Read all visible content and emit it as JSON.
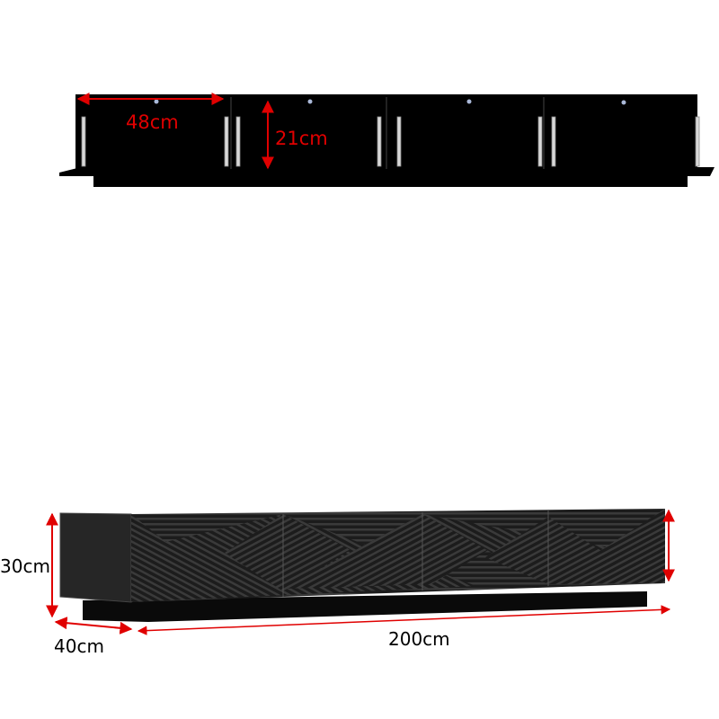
{
  "wall_cabinet": {
    "width_label": "48cm",
    "height_label": "21cm",
    "compartments": 4,
    "colors": {
      "body": "#000000",
      "dimension": "#e00000",
      "strut": "#cfcfcf"
    }
  },
  "tv_stand": {
    "height_label": "30cm",
    "depth_label": "40cm",
    "width_label": "200cm",
    "colors": {
      "body": "#262626",
      "front": "#1e1e1e",
      "plinth": "#0a0a0a",
      "dimension": "#e00000",
      "label": "#000000"
    }
  }
}
